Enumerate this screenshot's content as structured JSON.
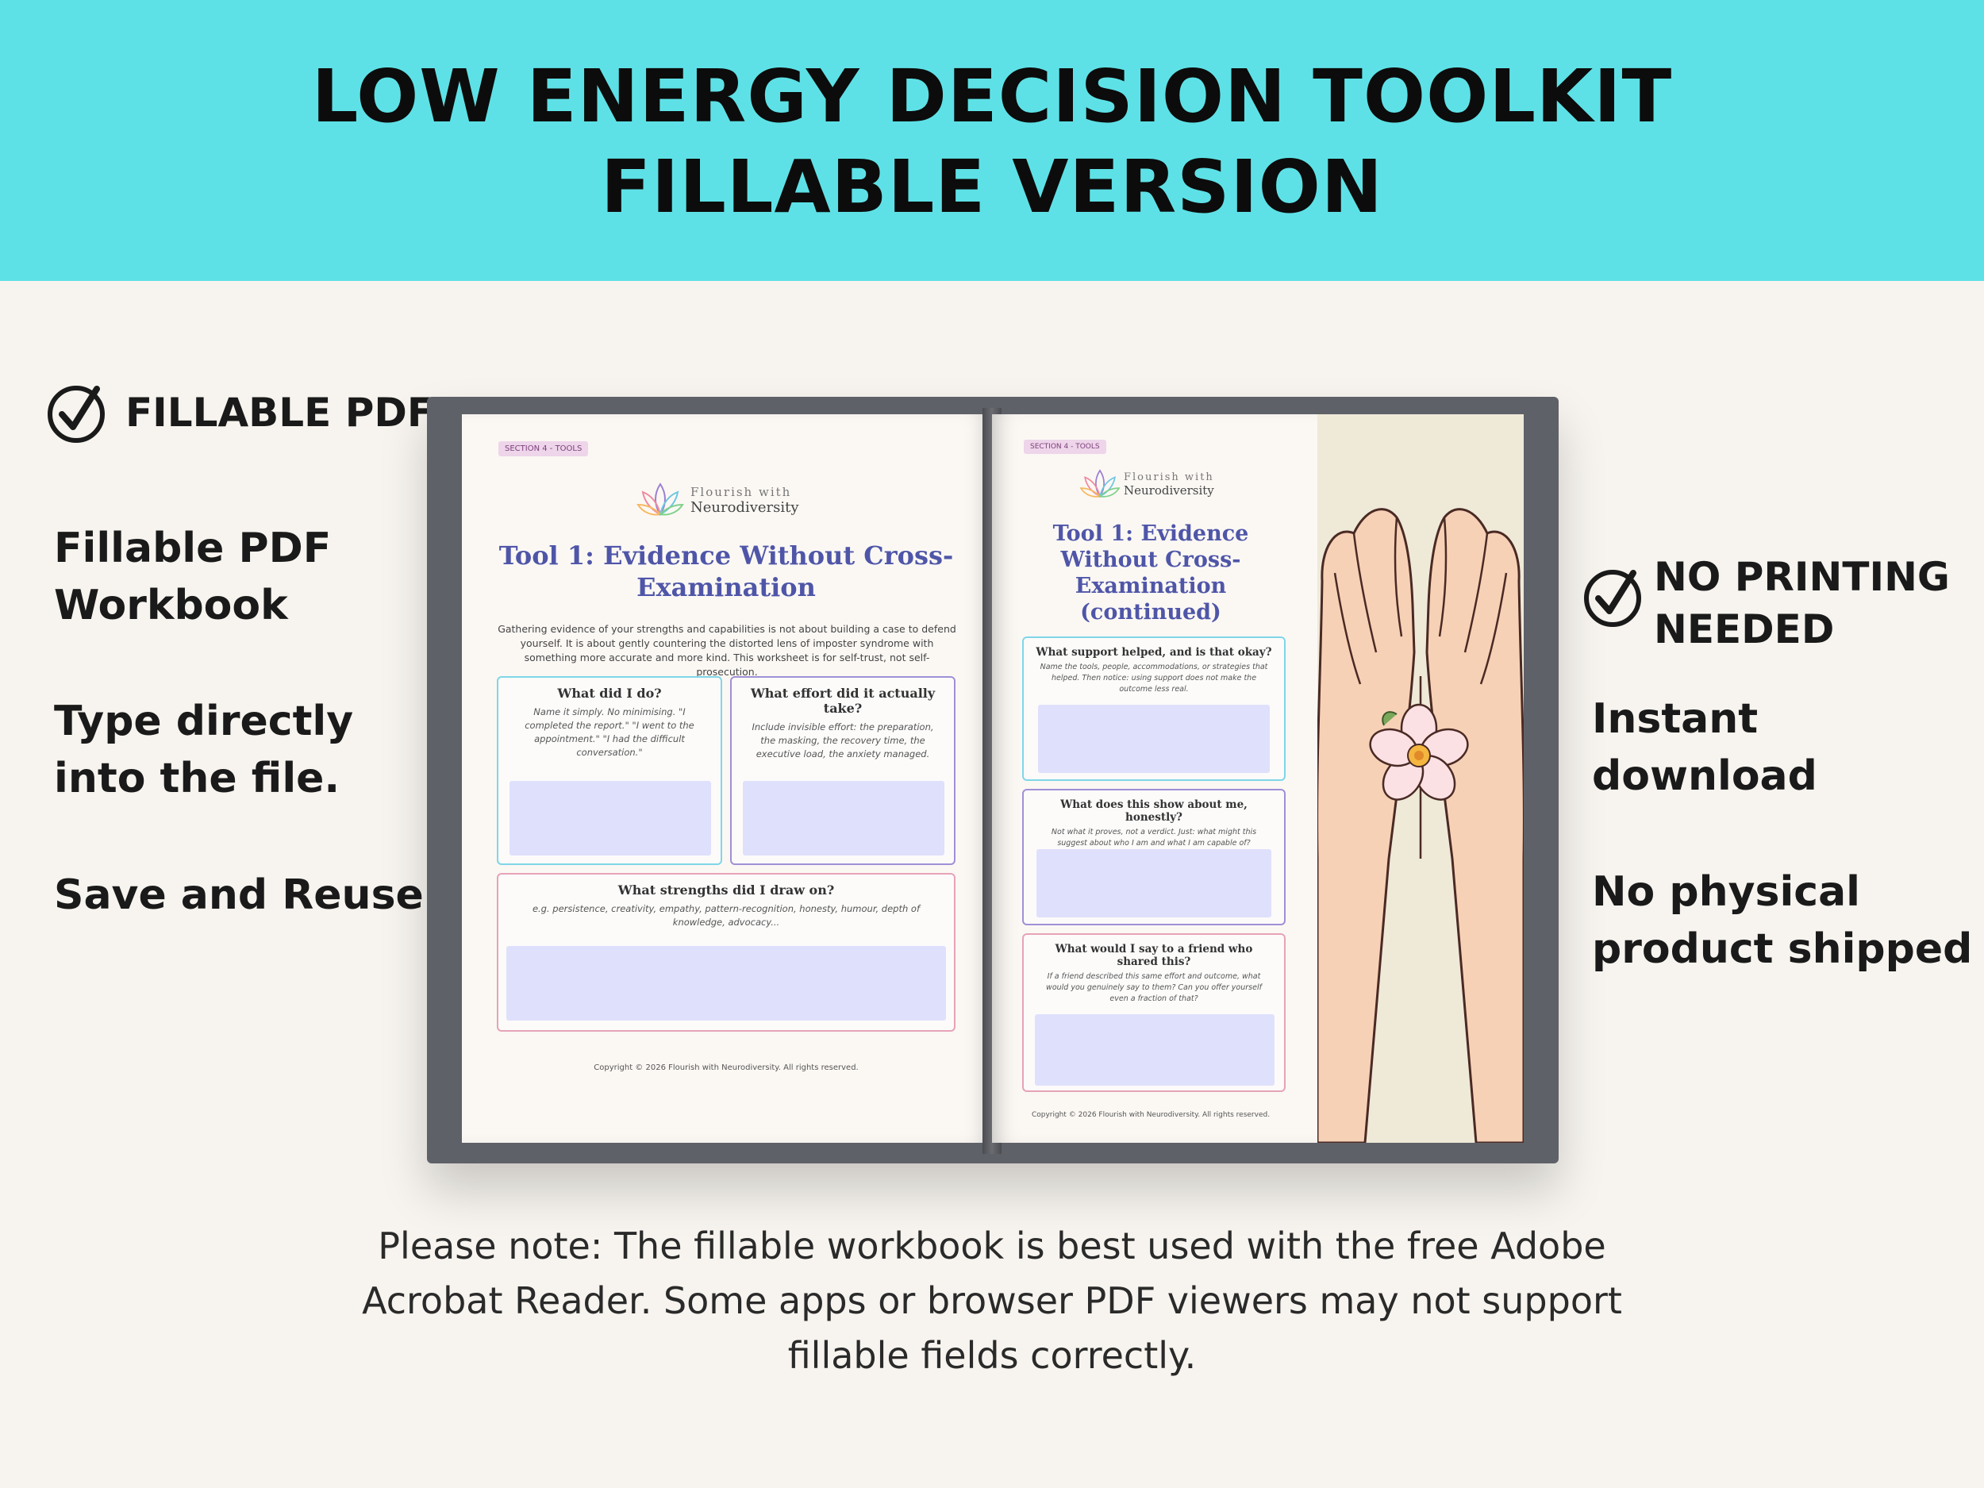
{
  "banner": {
    "title_line1": "LOW ENERGY DECISION TOOLKIT",
    "title_line2": "FILLABLE VERSION"
  },
  "left_column": {
    "feature_title": "FILLABLE PDF",
    "lines": [
      [
        "Fillable PDF",
        "Workbook"
      ],
      [
        "Type directly",
        "into the file."
      ],
      [
        "Save and Reuse."
      ]
    ]
  },
  "right_column": {
    "feature_title_line1": "NO PRINTING",
    "feature_title_line2": "NEEDED",
    "lines": [
      [
        "Instant",
        "download"
      ],
      [
        "No physical",
        "product shipped"
      ]
    ]
  },
  "book": {
    "left_page": {
      "section_tag": "SECTION 4 - TOOLS",
      "brand_top": "Flourish with",
      "brand_bottom": "Neurodiversity",
      "title_line1": "Tool 1: Evidence Without Cross-",
      "title_line2": "Examination",
      "intro": "Gathering evidence of your strengths and capabilities is not about building a case to defend yourself. It is about gently countering the distorted lens of imposter syndrome with something more accurate and more kind. This worksheet is for self-trust, not self-prosecution.",
      "cards": [
        {
          "title": "What did I do?",
          "hint": "Name it simply. No minimising. \"I completed the report.\" \"I went to the appointment.\" \"I had the difficult conversation.\""
        },
        {
          "title": "What effort did it actually take?",
          "hint": "Include invisible effort: the preparation, the masking, the recovery time, the executive load, the anxiety managed."
        },
        {
          "title": "What strengths did I draw on?",
          "hint": "e.g. persistence, creativity, empathy, pattern-recognition, honesty, humour, depth of knowledge, advocacy..."
        }
      ],
      "copyright": "Copyright © 2026 Flourish with Neurodiversity. All rights reserved."
    },
    "right_page": {
      "section_tag": "SECTION 4 - TOOLS",
      "brand_top": "Flourish with",
      "brand_bottom": "Neurodiversity",
      "title_lines": [
        "Tool 1: Evidence",
        "Without Cross-",
        "Examination",
        "(continued)"
      ],
      "cards": [
        {
          "title": "What support helped, and is that okay?",
          "hint": "Name the tools, people, accommodations, or strategies that helped. Then notice: using support does not make the outcome less real."
        },
        {
          "title": "What does this show about me, honestly?",
          "hint": "Not what it proves, not a verdict. Just: what might this suggest about who I am and what I am capable of?"
        },
        {
          "title": "What would I say to a friend who shared this?",
          "hint": "If a friend described this same effort and outcome, what would you genuinely say to them? Can you offer yourself even a fraction of that?"
        }
      ],
      "copyright": "Copyright © 2026 Flourish with Neurodiversity. All rights reserved."
    }
  },
  "note": {
    "line1": "Please note: The fillable workbook is best used with the free Adobe",
    "line2": "Acrobat Reader. Some apps or browser PDF viewers may not support",
    "line3": "fillable fields correctly."
  },
  "colors": {
    "banner": "#5ee1e6",
    "background": "#f7f4ef",
    "heading_purple": "#4f56a8",
    "field_fill": "#dfe0fb",
    "card_blue": "#7fd6e8",
    "card_purple": "#a08fd6",
    "card_pink": "#e7a3b7"
  },
  "icons": [
    "check-circle-icon",
    "lotus-logo-icon",
    "cupped-hands-flower-illustration"
  ]
}
